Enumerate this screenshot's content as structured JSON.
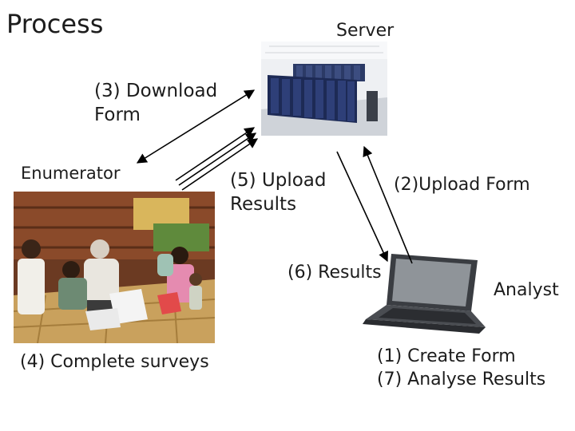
{
  "title": "Process",
  "labels": {
    "server": "Server",
    "download_form": [
      "(3) Download",
      "Form"
    ],
    "enumerator": "Enumerator",
    "upload_results": [
      "(5) Upload",
      "Results"
    ],
    "upload_form": "(2)Upload Form",
    "results": "(6) Results",
    "analyst": "Analyst",
    "complete_surveys": "(4) Complete surveys",
    "steps": [
      "(1) Create Form",
      "(7) Analyse Results"
    ]
  },
  "colors": {
    "arrow": "#000000",
    "server_rack": "#1d2a55",
    "floor": "#d7dadf",
    "laptop_body": "#3a3d42",
    "laptop_screen": "#8f9499"
  }
}
